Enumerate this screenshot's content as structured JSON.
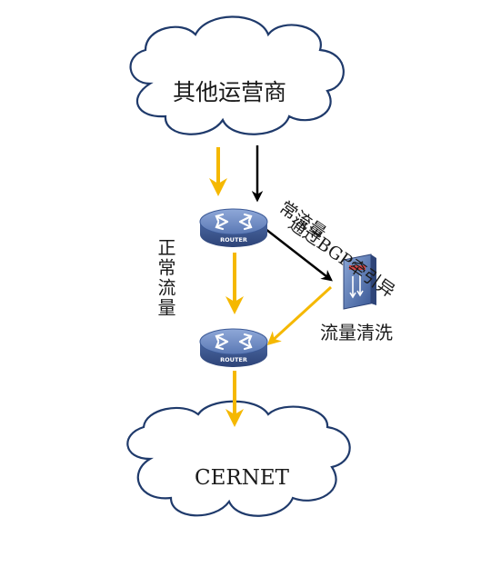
{
  "clouds": {
    "top_label": "其他运营商",
    "bottom_label": "CERNET"
  },
  "routers": {
    "top_label": "ROUTER",
    "bottom_label": "ROUTER"
  },
  "labels": {
    "normal_traffic": "正常流量",
    "bgp_line1": "通过BGP牵引异",
    "bgp_line2": "常流量",
    "cleaning": "流量清洗"
  },
  "colors": {
    "normal_arrow": "#F5B800",
    "abnormal_arrow": "#000000",
    "router_body": "#5A78B4",
    "cloud_stroke": "#1F3A6B"
  },
  "icons": [
    "cloud-icon",
    "router-icon",
    "cleaning-device-icon"
  ]
}
